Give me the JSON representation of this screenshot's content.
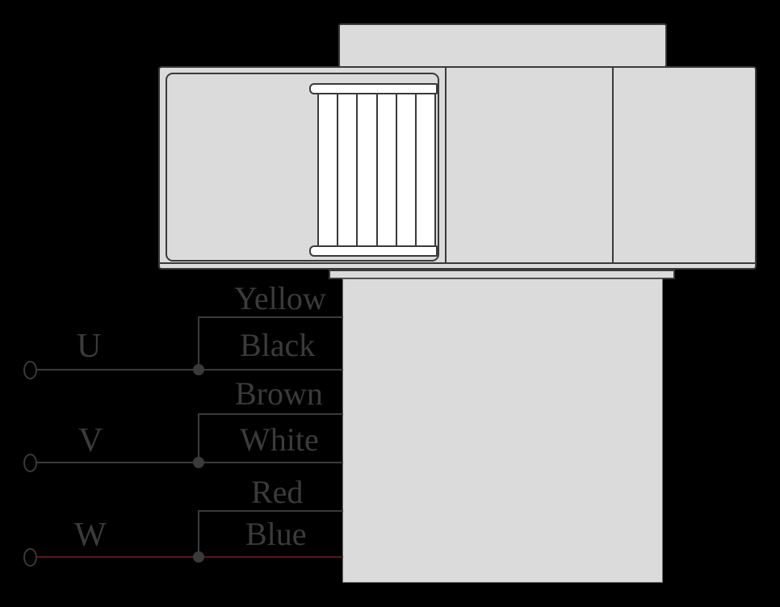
{
  "diagram": {
    "rows": [
      {
        "terminal": "U",
        "wires": [
          "Yellow",
          "Black"
        ]
      },
      {
        "terminal": "V",
        "wires": [
          "Brown",
          "White"
        ]
      },
      {
        "terminal": "W",
        "wires": [
          "Red",
          "Blue"
        ]
      }
    ]
  },
  "motor": {
    "winding_slats": 6
  },
  "colors": {
    "background": "#000000",
    "fill": "#dbdbdb",
    "outline": "#3a3a3a",
    "text": "#3b3b3b",
    "w_line_red": "#5e1616",
    "coil_white": "#ffffff"
  }
}
